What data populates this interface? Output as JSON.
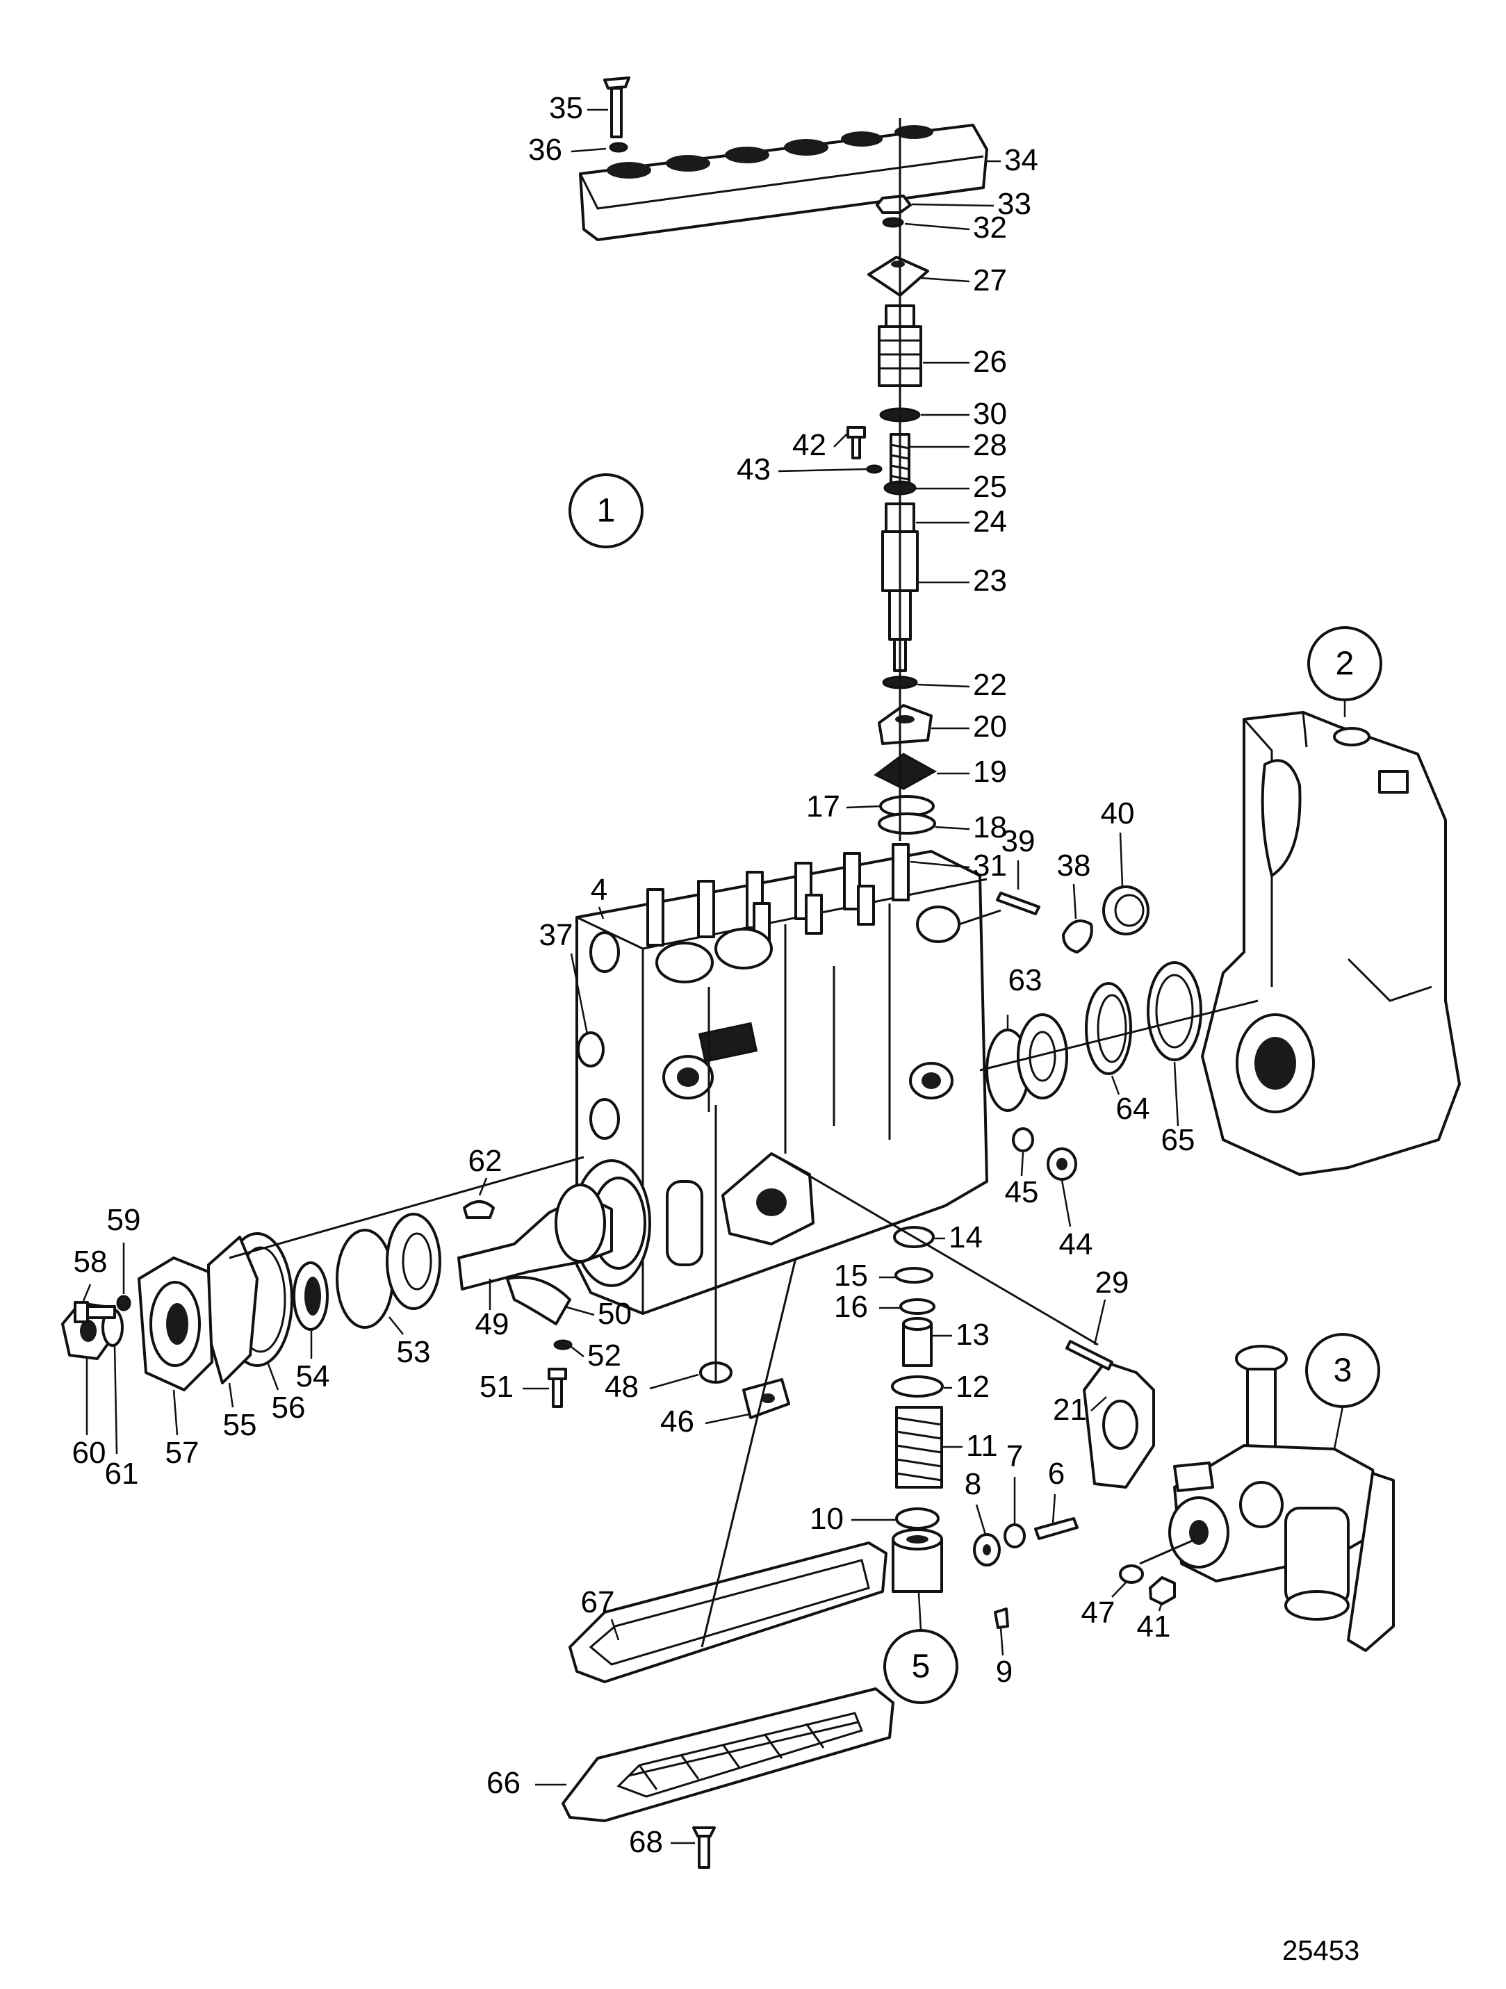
{
  "diagram": {
    "reference_number": "25453",
    "group_labels": [
      "1",
      "2",
      "3",
      "5"
    ],
    "part_callouts": [
      "35",
      "36",
      "34",
      "33",
      "32",
      "27",
      "26",
      "30",
      "42",
      "28",
      "43",
      "25",
      "24",
      "23",
      "22",
      "20",
      "19",
      "17",
      "18",
      "31",
      "39",
      "38",
      "40",
      "4",
      "37",
      "63",
      "64",
      "65",
      "62",
      "45",
      "44",
      "14",
      "29",
      "59",
      "58",
      "15",
      "16",
      "13",
      "49",
      "50",
      "53",
      "52",
      "12",
      "48",
      "51",
      "54",
      "56",
      "55",
      "57",
      "60",
      "61",
      "46",
      "21",
      "11",
      "8",
      "7",
      "6",
      "10",
      "47",
      "41",
      "67",
      "9",
      "66",
      "68"
    ]
  }
}
